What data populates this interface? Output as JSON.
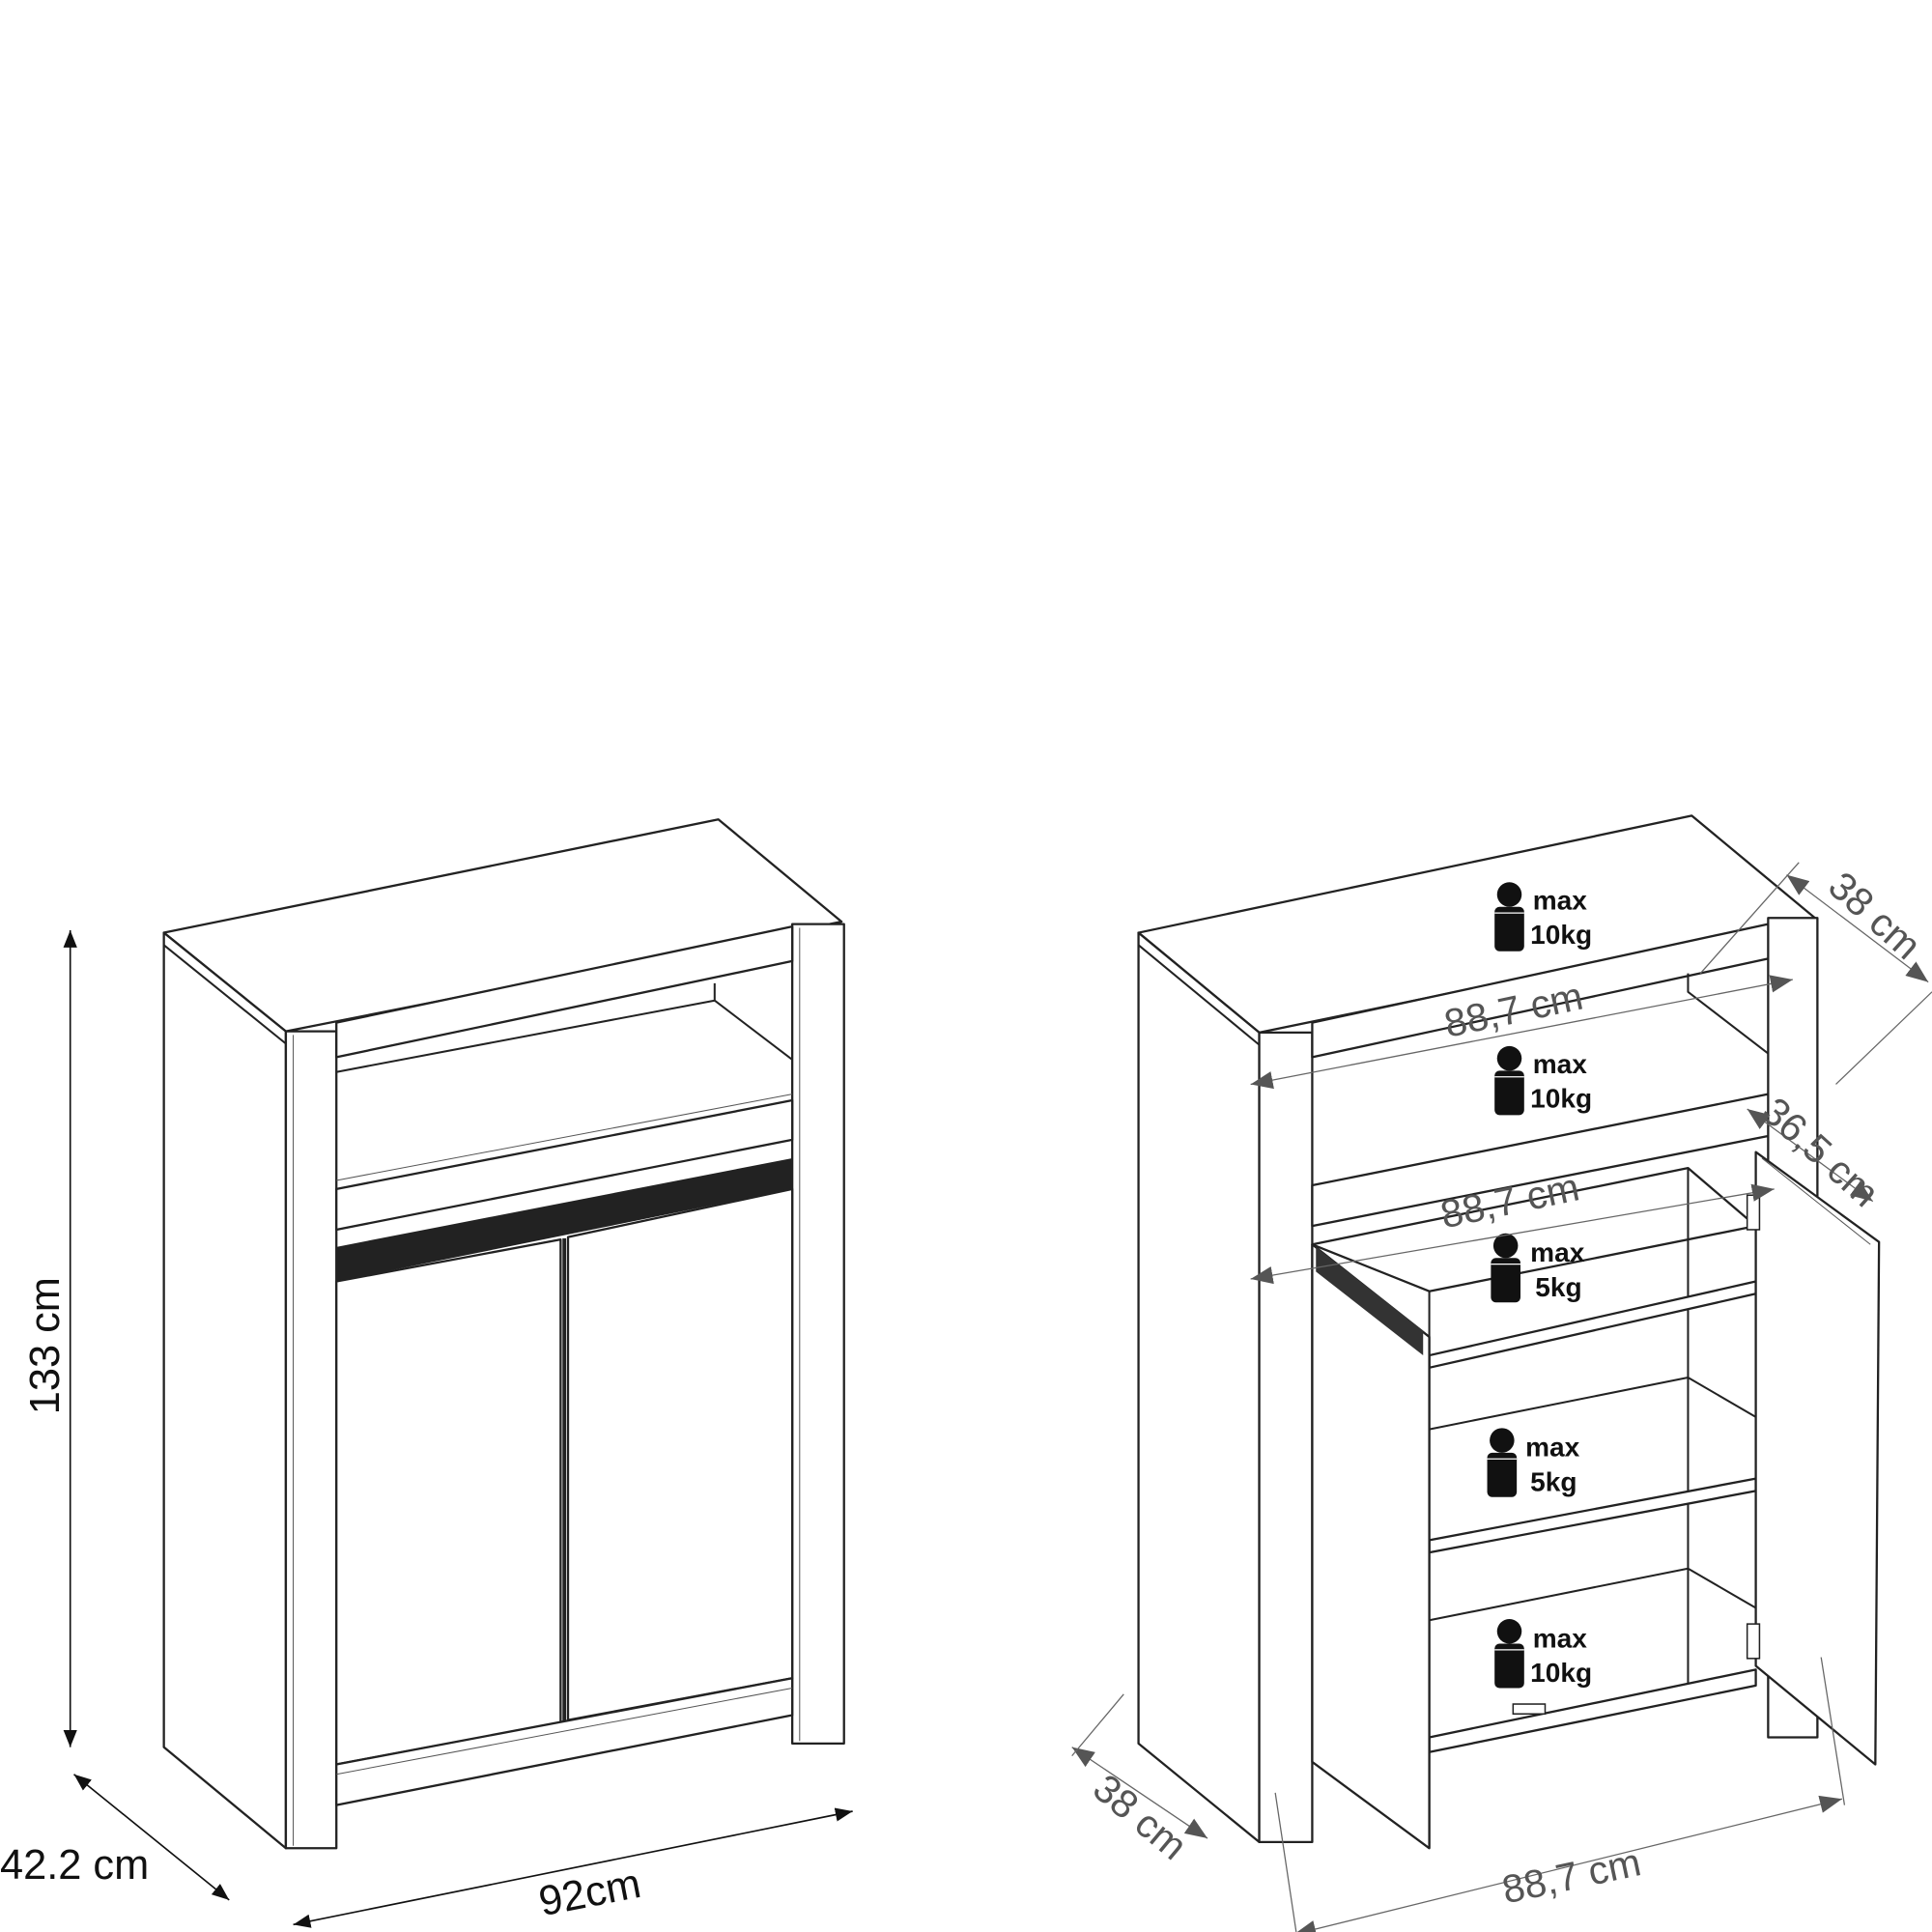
{
  "left_view": {
    "height_label": "133 cm",
    "depth_label": "42.2 cm",
    "width_label": "92cm"
  },
  "right_view": {
    "top_depth_label": "38 cm",
    "upper_inner_width_label": "88,7 cm",
    "middle_inner_width_label": "88,7 cm",
    "inner_depth_label": "36,5 cm",
    "bottom_depth_label": "38 cm",
    "bottom_inner_width_label": "88,7 cm",
    "loads": [
      {
        "max": "max",
        "weight": "10kg"
      },
      {
        "max": "max",
        "weight": "10kg"
      },
      {
        "max": "max",
        "weight": "5kg"
      },
      {
        "max": "max",
        "weight": "5kg"
      },
      {
        "max": "max",
        "weight": "10kg"
      }
    ]
  },
  "colors": {
    "line": "#222222",
    "dimension_gray": "#555555",
    "weight_icon": "#111111"
  }
}
